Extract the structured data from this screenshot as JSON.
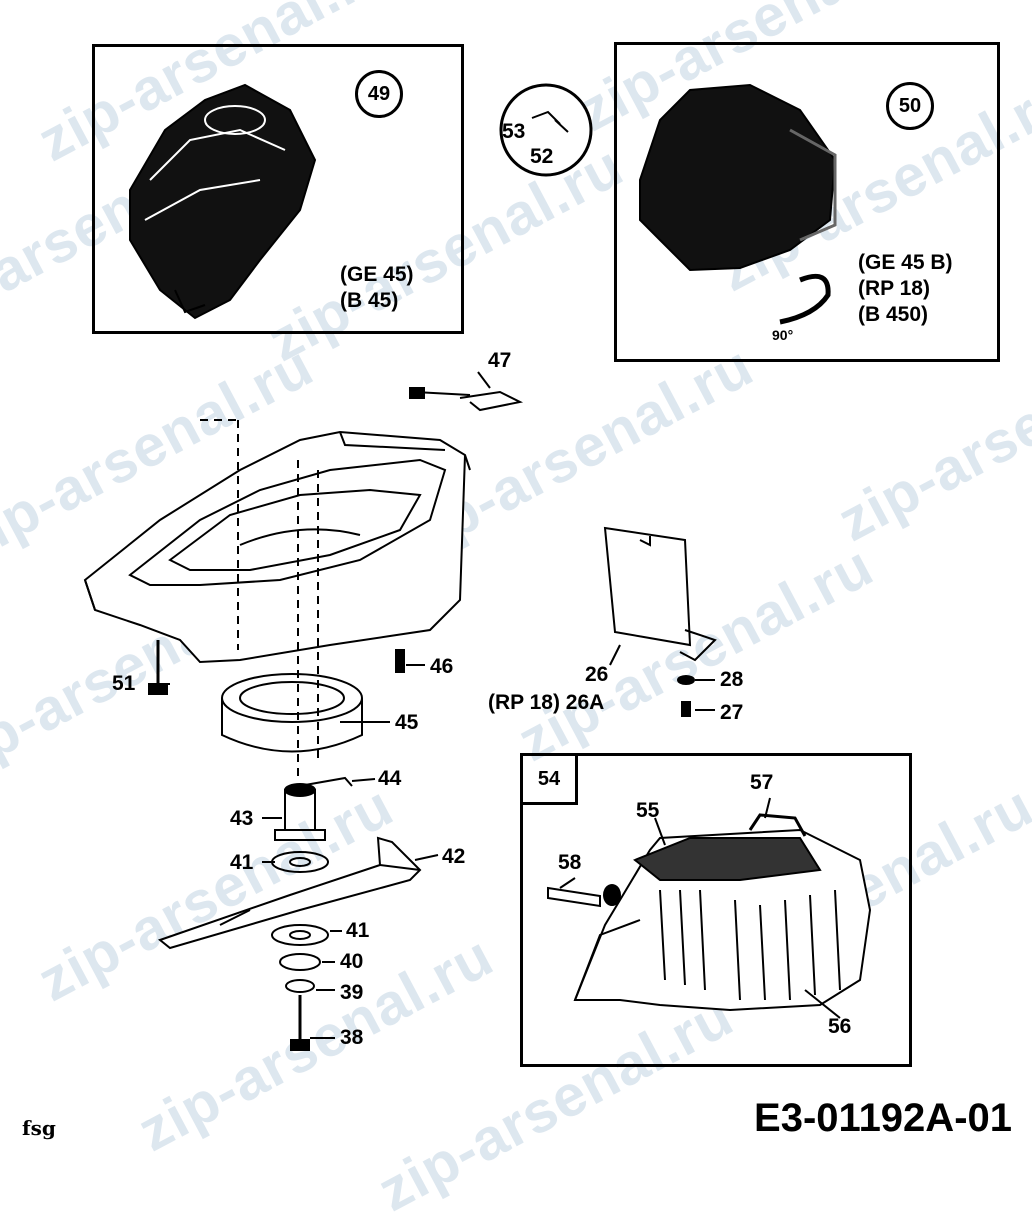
{
  "watermark": "zip-arsenal.ru",
  "boxes": {
    "box49": {
      "number": "49",
      "models": [
        "(GE 45)",
        "(B 45)"
      ]
    },
    "box50": {
      "number": "50",
      "models": [
        "(GE 45 B)",
        "(RP 18)",
        "(B 450)"
      ],
      "angle": "90°"
    },
    "box54": {
      "number": "54"
    }
  },
  "callout_circle": {
    "top": "53",
    "bottom": "52"
  },
  "part_labels": {
    "p47": "47",
    "p51": "51",
    "p46": "46",
    "p45": "45",
    "p44": "44",
    "p43": "43",
    "p41a": "41",
    "p42": "42",
    "p41b": "41",
    "p40": "40",
    "p39": "39",
    "p38": "38",
    "p26": "26",
    "p26a": "(RP 18) 26A",
    "p28": "28",
    "p27": "27",
    "p55": "55",
    "p57": "57",
    "p58": "58",
    "p56": "56"
  },
  "footer": {
    "left": "fsg",
    "drawing_code": "E3-01192A-01"
  }
}
